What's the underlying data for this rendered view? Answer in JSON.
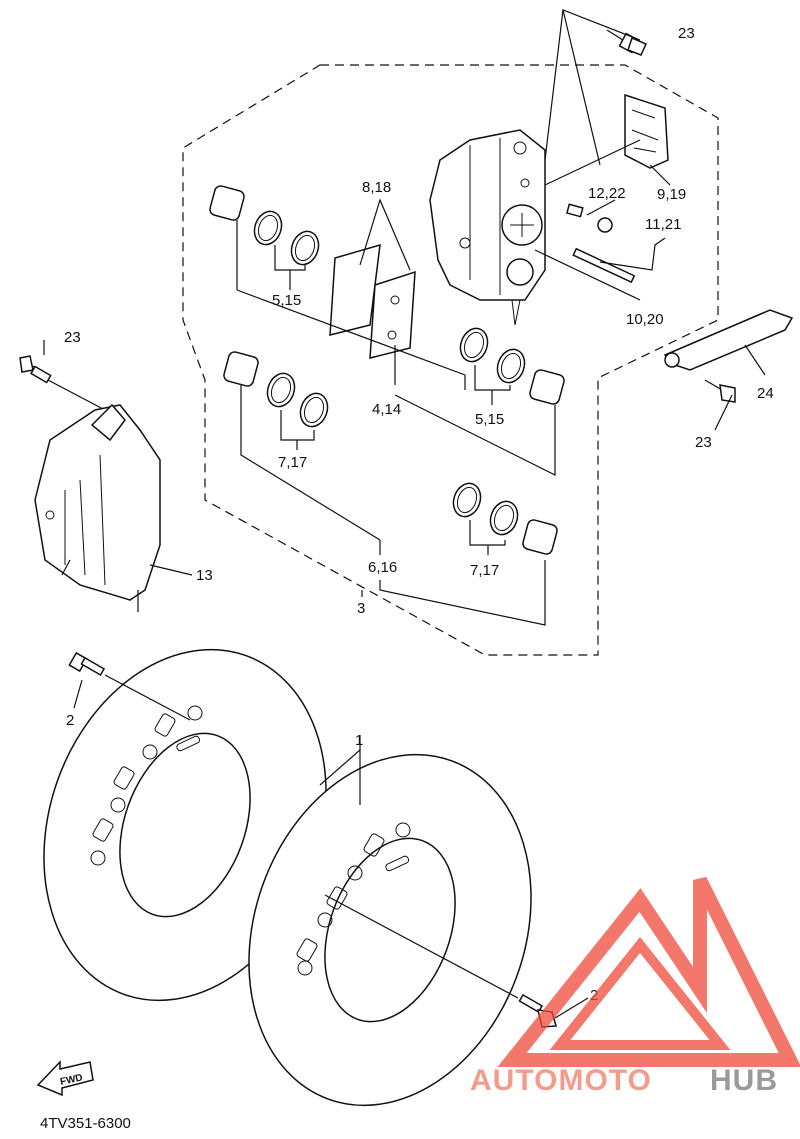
{
  "diagram": {
    "drawing_code": "4TV351-6300",
    "fwd_label": "FWD",
    "colors": {
      "line": "#111111",
      "background": "#ffffff"
    },
    "callouts": {
      "c23_top": "23",
      "c23_left": "23",
      "c23_right": "23",
      "c24": "24",
      "c9_19": "9,19",
      "c12_22": "12,22",
      "c11_21": "11,21",
      "c10_20": "10,20",
      "c8_18": "8,18",
      "c5_15_a": "5,15",
      "c5_15_b": "5,15",
      "c4_14": "4,14",
      "c7_17_a": "7,17",
      "c7_17_b": "7,17",
      "c6_16": "6,16",
      "c3": "3",
      "c13": "13",
      "c1": "1",
      "c2_left": "2",
      "c2_right": "2"
    }
  },
  "watermark": {
    "part1": "AUTOMOTO",
    "part2": "HUB",
    "color_primary": "#f39c8c",
    "color_secondary": "#9a9a9a",
    "logo_color": "#f04a3a"
  }
}
